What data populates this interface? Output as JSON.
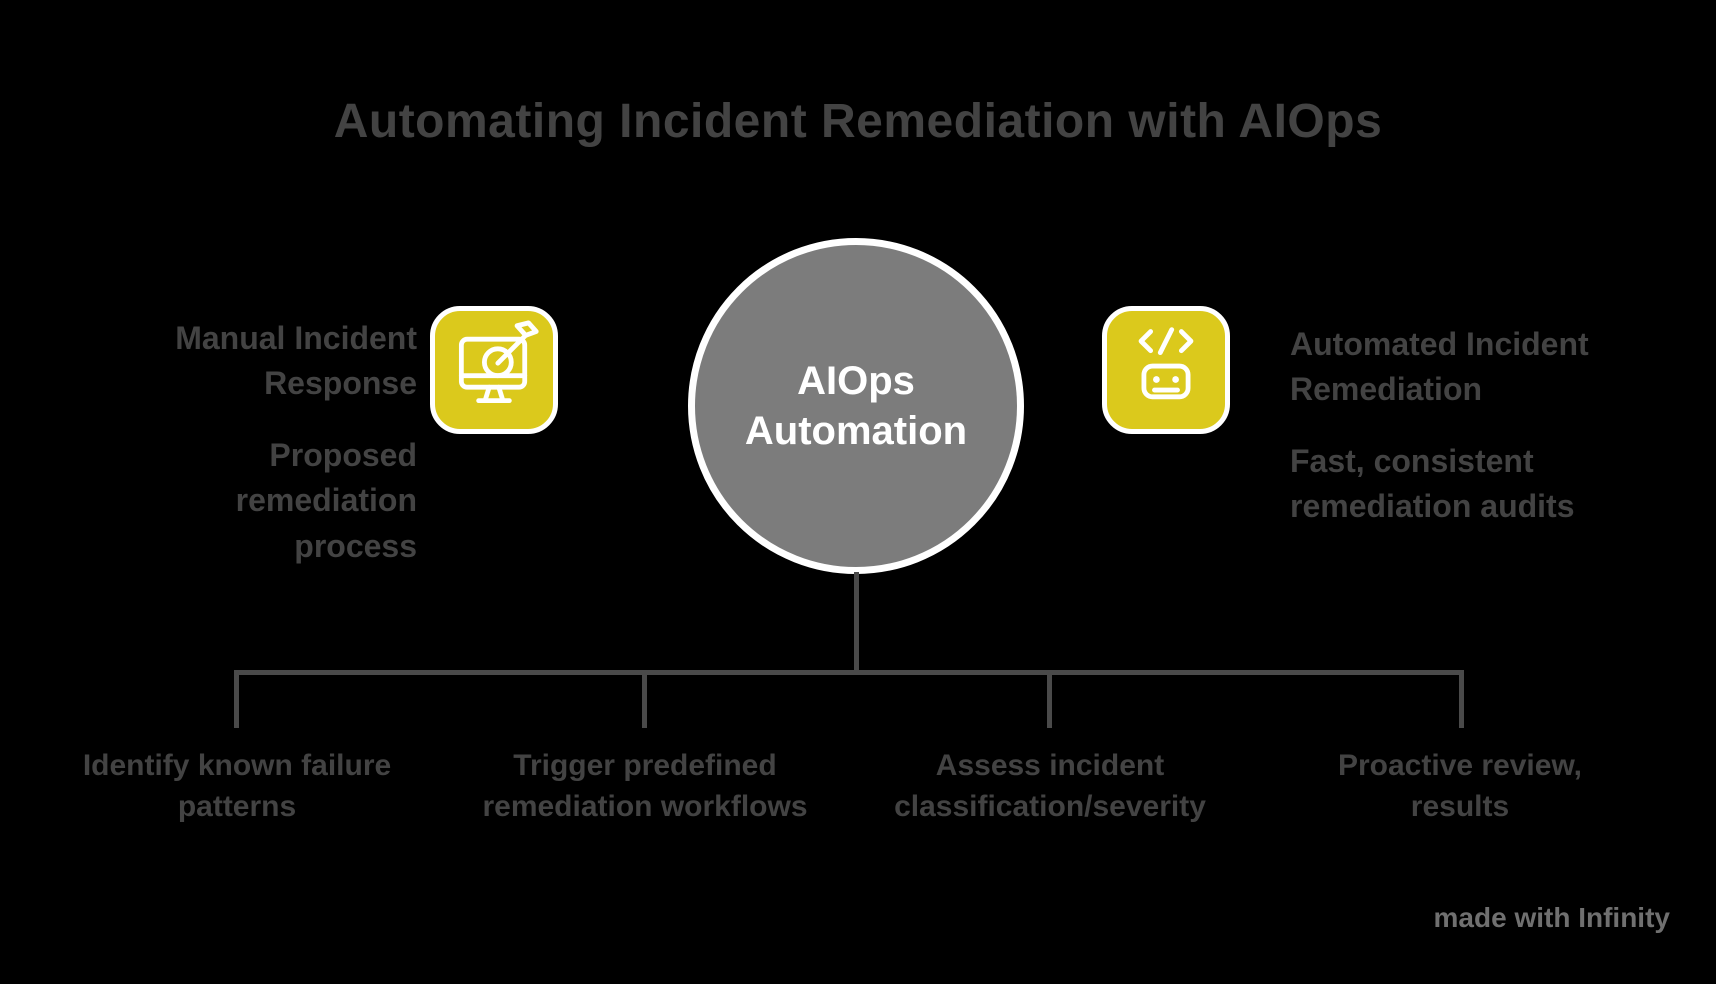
{
  "title": "Automating Incident Remediation with AIOps",
  "center": {
    "label": "AIOps Automation"
  },
  "left_panel": {
    "icon": "monitor-target-icon",
    "heading": "Manual Incident Response",
    "subtext": "Proposed remediation process"
  },
  "right_panel": {
    "icon": "robot-code-icon",
    "heading": "Automated Incident Remediation",
    "subtext": "Fast, consistent remediation audits"
  },
  "branches": [
    {
      "label": "Identify known failure patterns"
    },
    {
      "label": "Trigger predefined remediation workflows"
    },
    {
      "label": "Assess incident classification/severity"
    },
    {
      "label": "Proactive review, results"
    }
  ],
  "watermark": "made with Infinity",
  "colors": {
    "background": "#000000",
    "text": "#434343",
    "accent_yellow": "#dbc91c",
    "circle_gray": "#7c7c7c",
    "circle_text": "#ffffff",
    "connector": "#4a4a4a",
    "watermark": "#707070"
  }
}
